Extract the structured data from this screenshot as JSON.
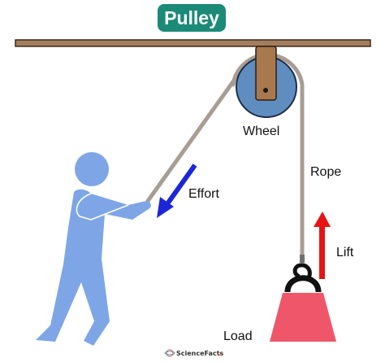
{
  "title": "Pulley",
  "labels": {
    "wheel": "Wheel",
    "rope": "Rope",
    "effort": "Effort",
    "lift": "Lift",
    "load": "Load"
  },
  "watermark": {
    "brand": "ScienceFacts",
    "suffix": ".net"
  },
  "colors": {
    "title_bg": "#1b8a78",
    "beam": "#a37e5e",
    "wheel": "#5f8dbf",
    "bracket": "#a8784e",
    "rope": "#a79d93",
    "person": "#7ea6e6",
    "effort_arrow": "#1b27d6",
    "lift_arrow": "#e81414",
    "load": "#f0566a"
  }
}
